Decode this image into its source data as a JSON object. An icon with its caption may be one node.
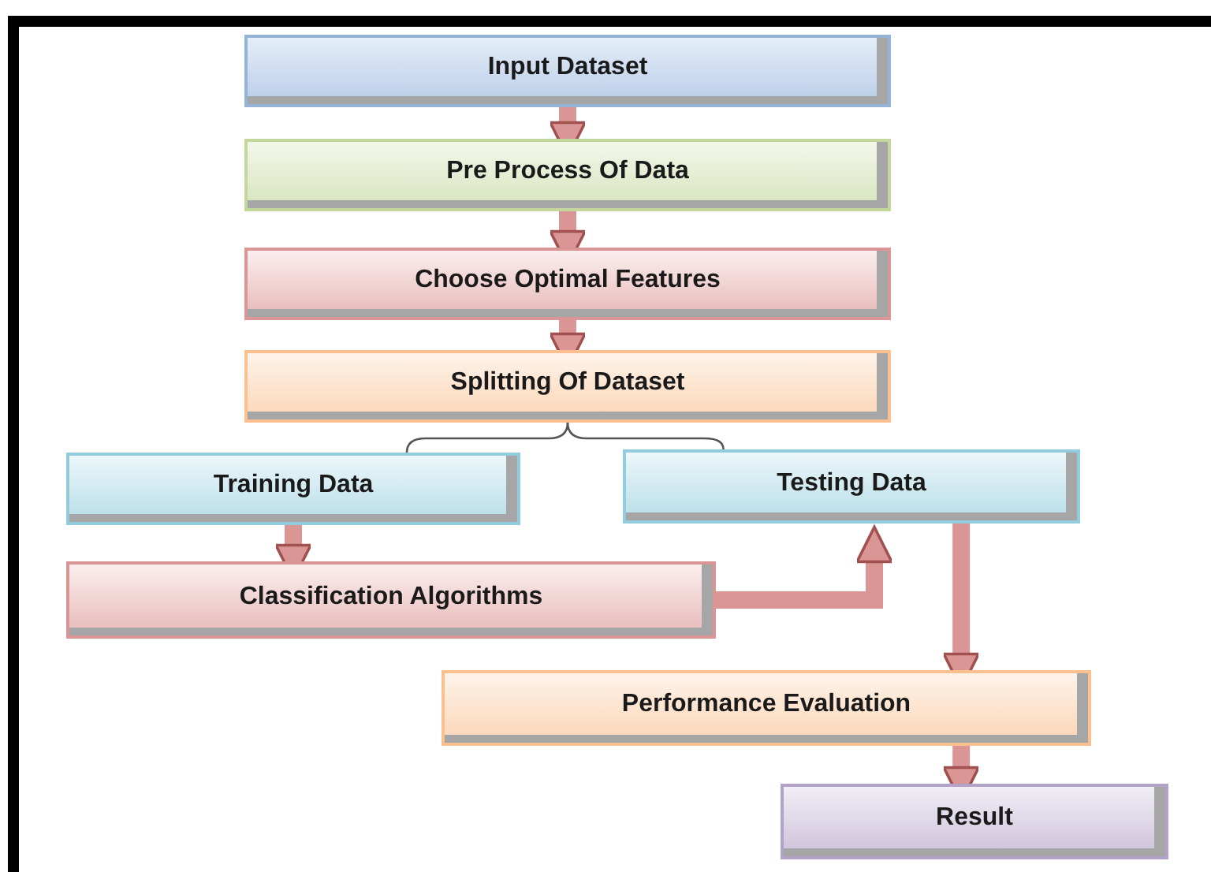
{
  "diagram": {
    "nodes": [
      {
        "text": [
          "Input Dataset"
        ]
      },
      {
        "text": [
          "Pre Process Of Data"
        ]
      },
      {
        "text": [
          "Choose Optimal Features"
        ]
      },
      {
        "text": [
          "Splitting Of Dataset"
        ]
      },
      {
        "text": [
          "Training Data"
        ]
      },
      {
        "text": [
          "Testing Data"
        ]
      },
      {
        "text": [
          "Classification Algorithms"
        ]
      },
      {
        "text": [
          "Performance Evaluation"
        ]
      },
      {
        "text": [
          "Result"
        ]
      }
    ],
    "edges": [
      {
        "from": 0,
        "to": 1,
        "arrow": "to"
      },
      {
        "from": 1,
        "to": 2,
        "arrow": "to"
      },
      {
        "from": 2,
        "to": 3,
        "arrow": "to"
      },
      {
        "from": 3,
        "to": 4,
        "arrow": "none",
        "color": "#555555"
      },
      {
        "from": 3,
        "to": 5,
        "arrow": "none",
        "color": "#555555"
      },
      {
        "from": 4,
        "to": 6,
        "arrow": "to"
      },
      {
        "from": 6,
        "to": 5,
        "arrow": "to"
      },
      {
        "from": 5,
        "to": 7,
        "arrow": "to"
      },
      {
        "from": 7,
        "to": 8,
        "arrow": "to"
      }
    ]
  }
}
